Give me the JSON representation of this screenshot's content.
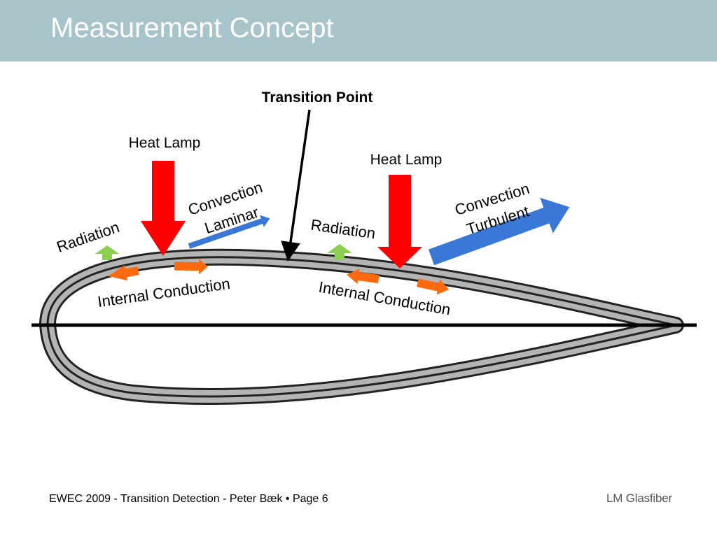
{
  "slide": {
    "title": "Measurement Concept",
    "footer": "EWEC 2009 - Transition Detection - Peter Bæk • Page 6",
    "logo_text": "LM Glasfiber"
  },
  "diagram": {
    "transition_point": "Transition Point",
    "heat_lamp_left": "Heat Lamp",
    "heat_lamp_right": "Heat Lamp",
    "convection_laminar_line1": "Convection",
    "convection_laminar_line2": "Laminar",
    "convection_turbulent_line1": "Convection",
    "convection_turbulent_line2": "Turbulent",
    "radiation_left": "Radiation",
    "radiation_right": "Radiation",
    "internal_conduction_left": "Internal Conduction",
    "internal_conduction_right": "Internal Conduction"
  },
  "colors": {
    "header": "#a8c4cb",
    "heat_lamp": "#ff0000",
    "convection": "#3a78d8",
    "radiation": "#8ccf50",
    "conduction": "#ff6a10",
    "airfoil_fill": "#b4b4b4"
  }
}
